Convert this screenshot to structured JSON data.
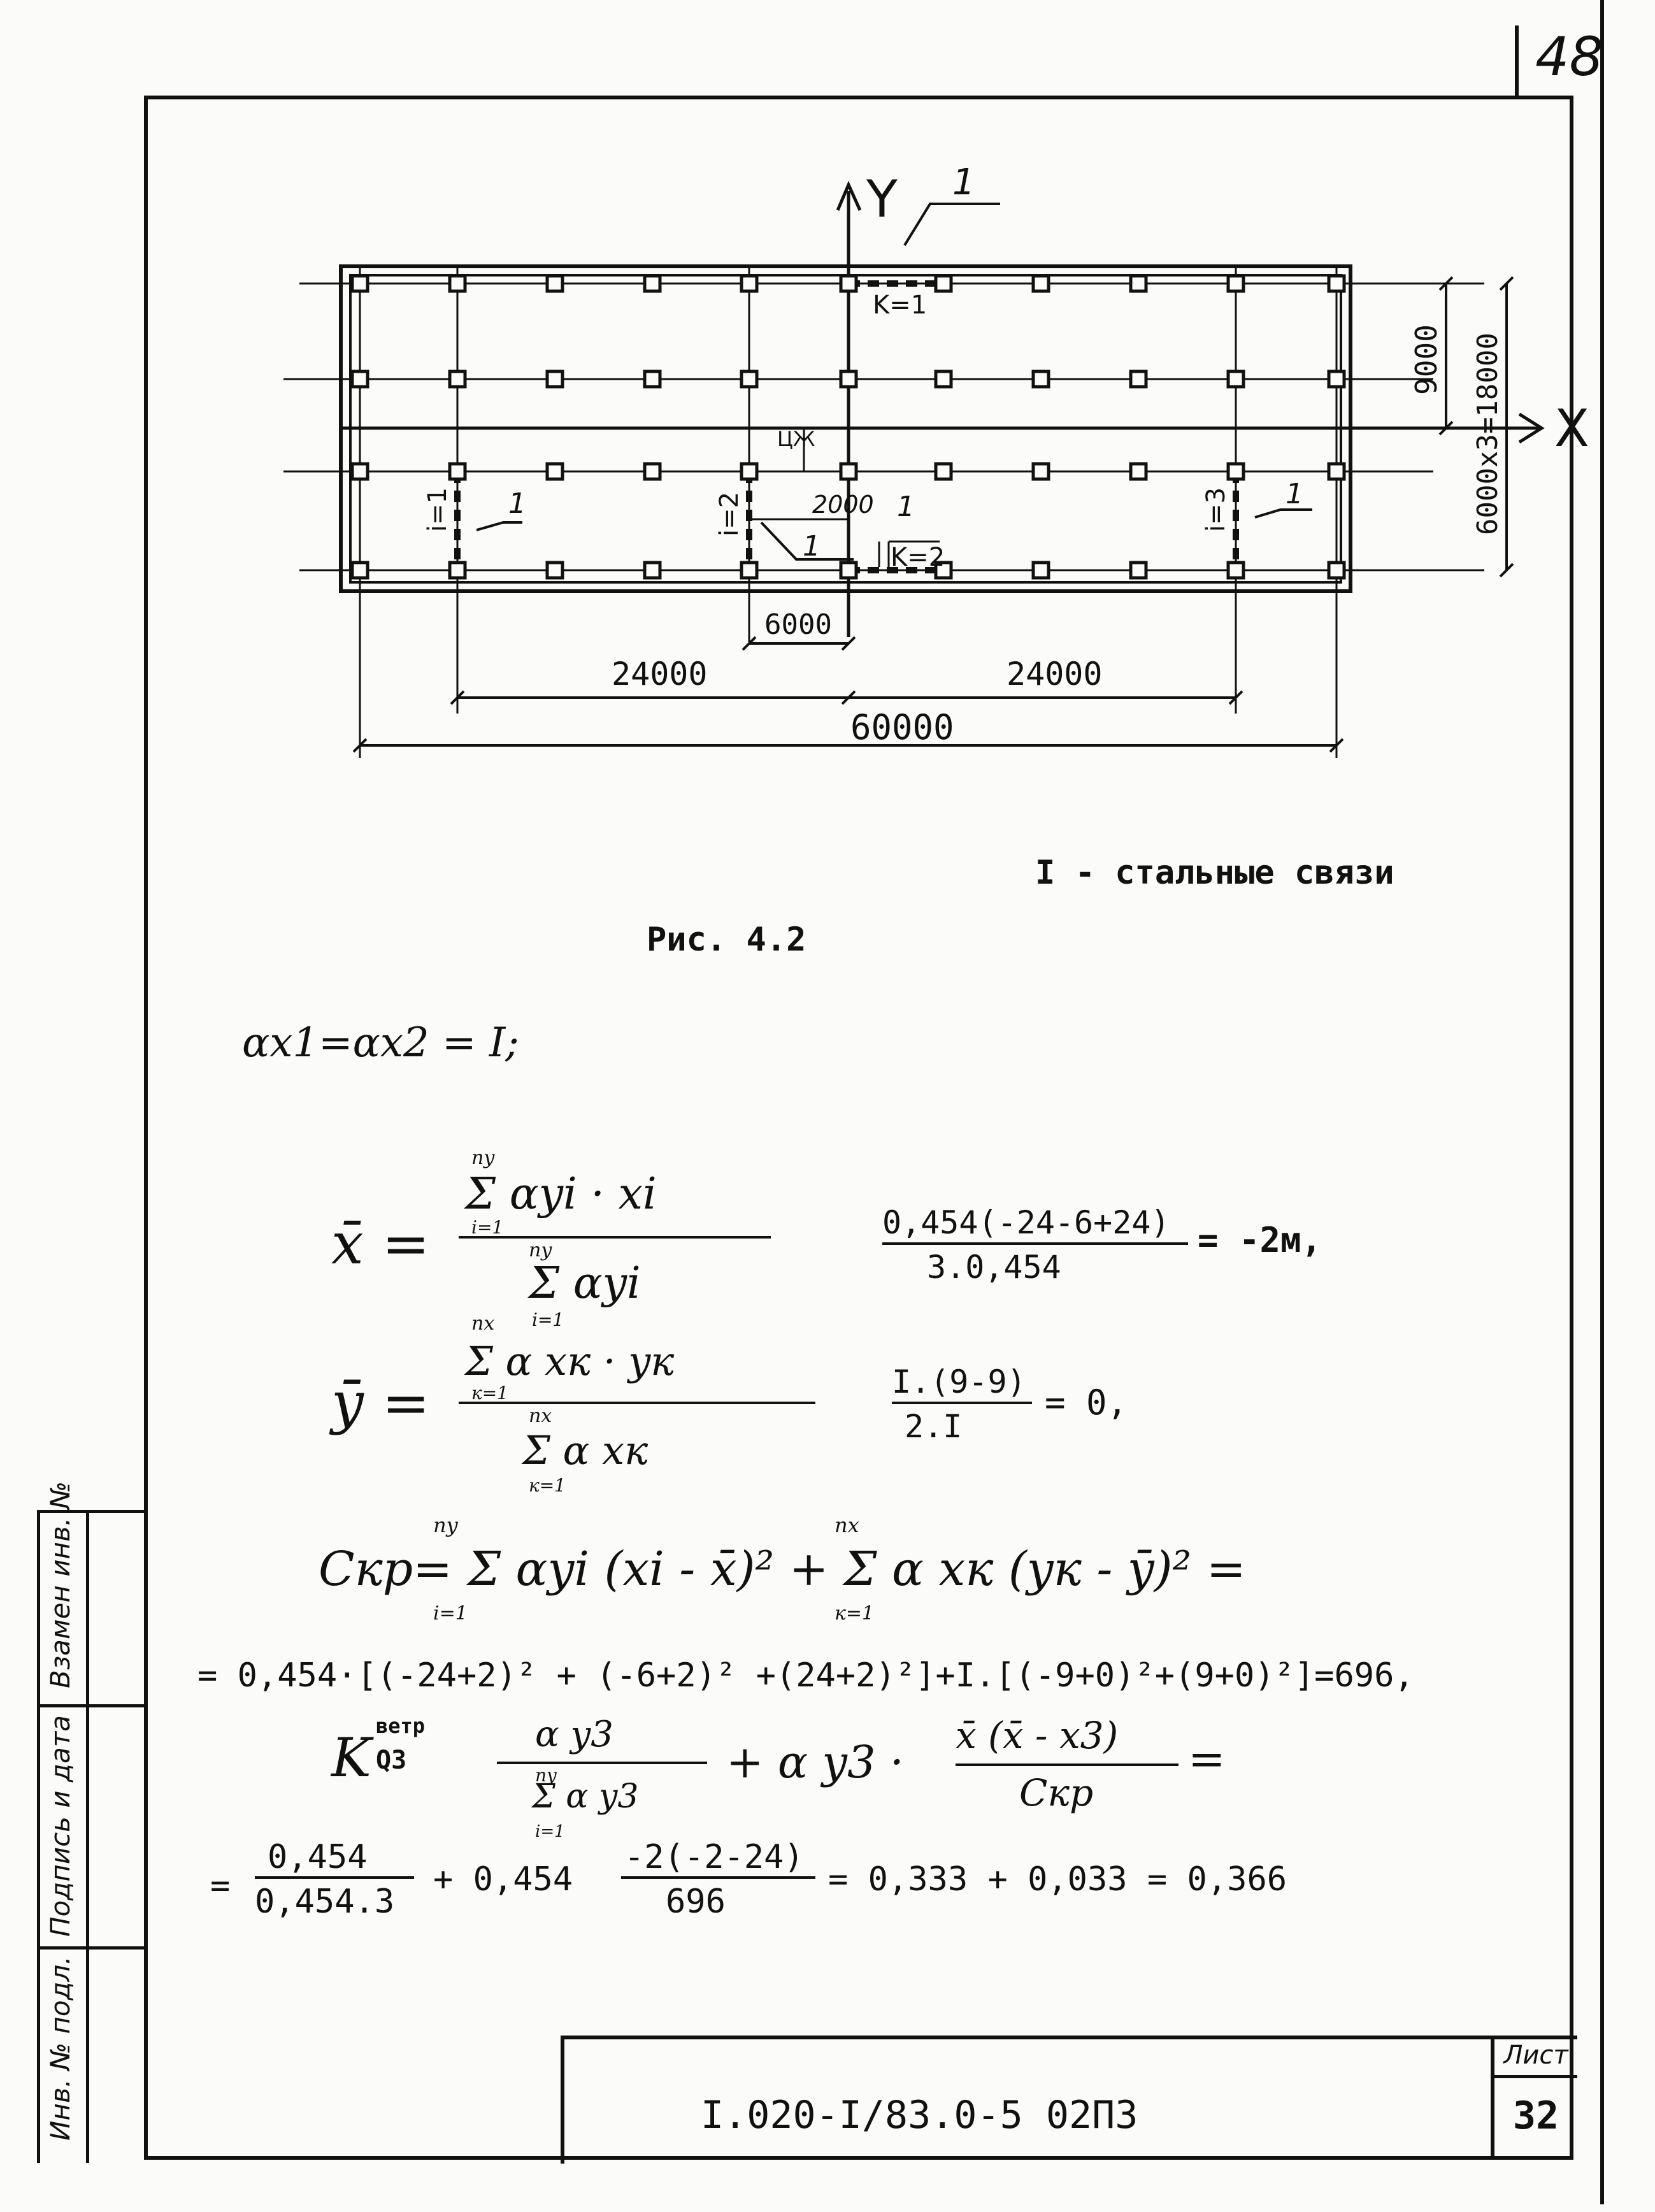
{
  "page_number": "48",
  "figure": {
    "axis_y": "Y",
    "axis_x": "X",
    "marks": {
      "top_label": "1",
      "k1": "K=1",
      "k2": "K=2",
      "i1": "i=1",
      "i2": "i=2",
      "i3": "i=3",
      "i1_mark": "1",
      "i3_mark": "1",
      "center_mark": "1",
      "center_mark2": "1",
      "cz": "ЦЖ",
      "dim_2000": "2000",
      "dim_6000": "6000",
      "dim_24000_left": "24000",
      "dim_24000_right": "24000",
      "dim_60000": "60000",
      "dim_9000": "9000",
      "dim_vertical": "6000x3=18000"
    },
    "legend": "I - стальные связи",
    "caption": "Рис. 4.2"
  },
  "equations": {
    "alpha_line": "αx1=αx2 = I;",
    "xbar_lhs": "x̄ =",
    "xbar_num": "Σ αyi · xi",
    "xbar_num_sup": "ny",
    "xbar_num_sub": "i=1",
    "xbar_den": "Σ αyi",
    "xbar_den_sup": "ny",
    "xbar_den_sub": "i=1",
    "xbar_val_num": "0,454(-24-6+24)",
    "xbar_val_den": "3.0,454",
    "xbar_result": "= -2м,",
    "ybar_lhs": "ȳ =",
    "ybar_num": "Σ α xк · yк",
    "ybar_num_sup": "nx",
    "ybar_num_sub": "к=1",
    "ybar_den": "Σ α xк",
    "ybar_den_sup": "nx",
    "ybar_den_sub": "к=1",
    "ybar_val_num": "I.(9-9)",
    "ybar_val_den": "2.I",
    "ybar_result": "= 0,",
    "ckp_formula": "Cкр= Σ αyi (xi - x̄)² + Σ α xк (yк - ȳ)² =",
    "ckp_sup1": "ny",
    "ckp_sub1": "i=1",
    "ckp_sup2": "nx",
    "ckp_sub2": "к=1",
    "ckp_value": "= 0,454·[(-24+2)² + (-6+2)² +(24+2)²]+I.[(-9+0)²+(9+0)²]=696,",
    "k_lhs": "K",
    "k_sup": "ветр",
    "k_sub": "Q3",
    "k_frac1_num": "α y3",
    "k_frac1_den": "Σ α y3",
    "k_frac1_den_sup": "ny",
    "k_frac1_den_sub": "i=1",
    "k_mid": "+ α y3 ·",
    "k_frac2_num": "x̄ (x̄ - x3)",
    "k_frac2_den": "Cкр",
    "k_eq": "=",
    "final_f1_num": "0,454",
    "final_f1_den": "0,454.3",
    "final_mid": "+ 0,454",
    "final_f2_num": "-2(-2-24)",
    "final_f2_den": "696",
    "final_result": "= 0,333 + 0,033 = 0,366"
  },
  "side_stamp": {
    "col1": "Взамен инв. №",
    "col2": "Подпись и дата",
    "col3": "Инв. № подл."
  },
  "title_block": {
    "doc_code": "I.020-I/83.0-5 02ПЗ",
    "sheet_label": "Лист",
    "sheet_number": "32"
  }
}
